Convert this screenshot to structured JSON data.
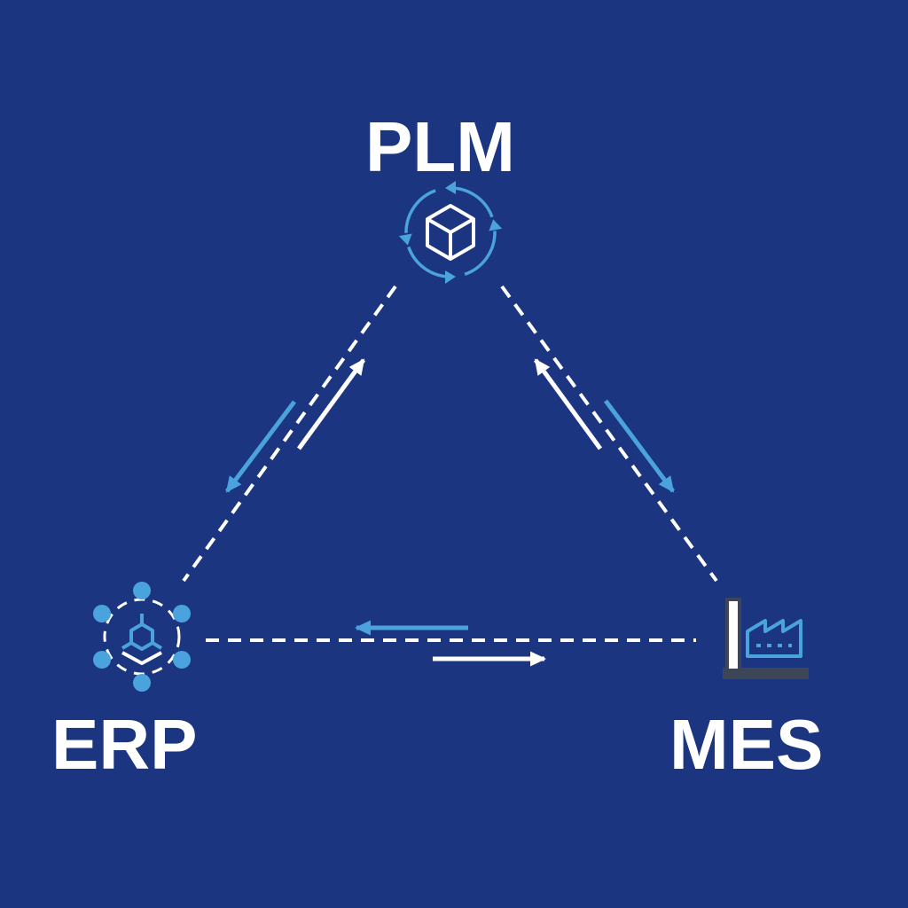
{
  "diagram": {
    "type": "system-integration-triangle",
    "nodes": [
      {
        "id": "plm",
        "label": "PLM",
        "icon": "cube-cycle-icon"
      },
      {
        "id": "erp",
        "label": "ERP",
        "icon": "network-hub-icon"
      },
      {
        "id": "mes",
        "label": "MES",
        "icon": "factory-icon"
      }
    ],
    "links": [
      {
        "from": "plm",
        "to": "erp",
        "style": "dashed",
        "flows": [
          "plm-to-erp",
          "erp-to-plm"
        ]
      },
      {
        "from": "plm",
        "to": "mes",
        "style": "dashed",
        "flows": [
          "plm-to-mes",
          "mes-to-plm"
        ]
      },
      {
        "from": "erp",
        "to": "mes",
        "style": "dashed",
        "flows": [
          "mes-to-erp",
          "erp-to-mes"
        ]
      }
    ]
  },
  "colors": {
    "background": "#1b3580",
    "text": "#ffffff",
    "accent": "#4aa3dd",
    "line": "#ffffff",
    "factory_base": "#3c4656"
  }
}
